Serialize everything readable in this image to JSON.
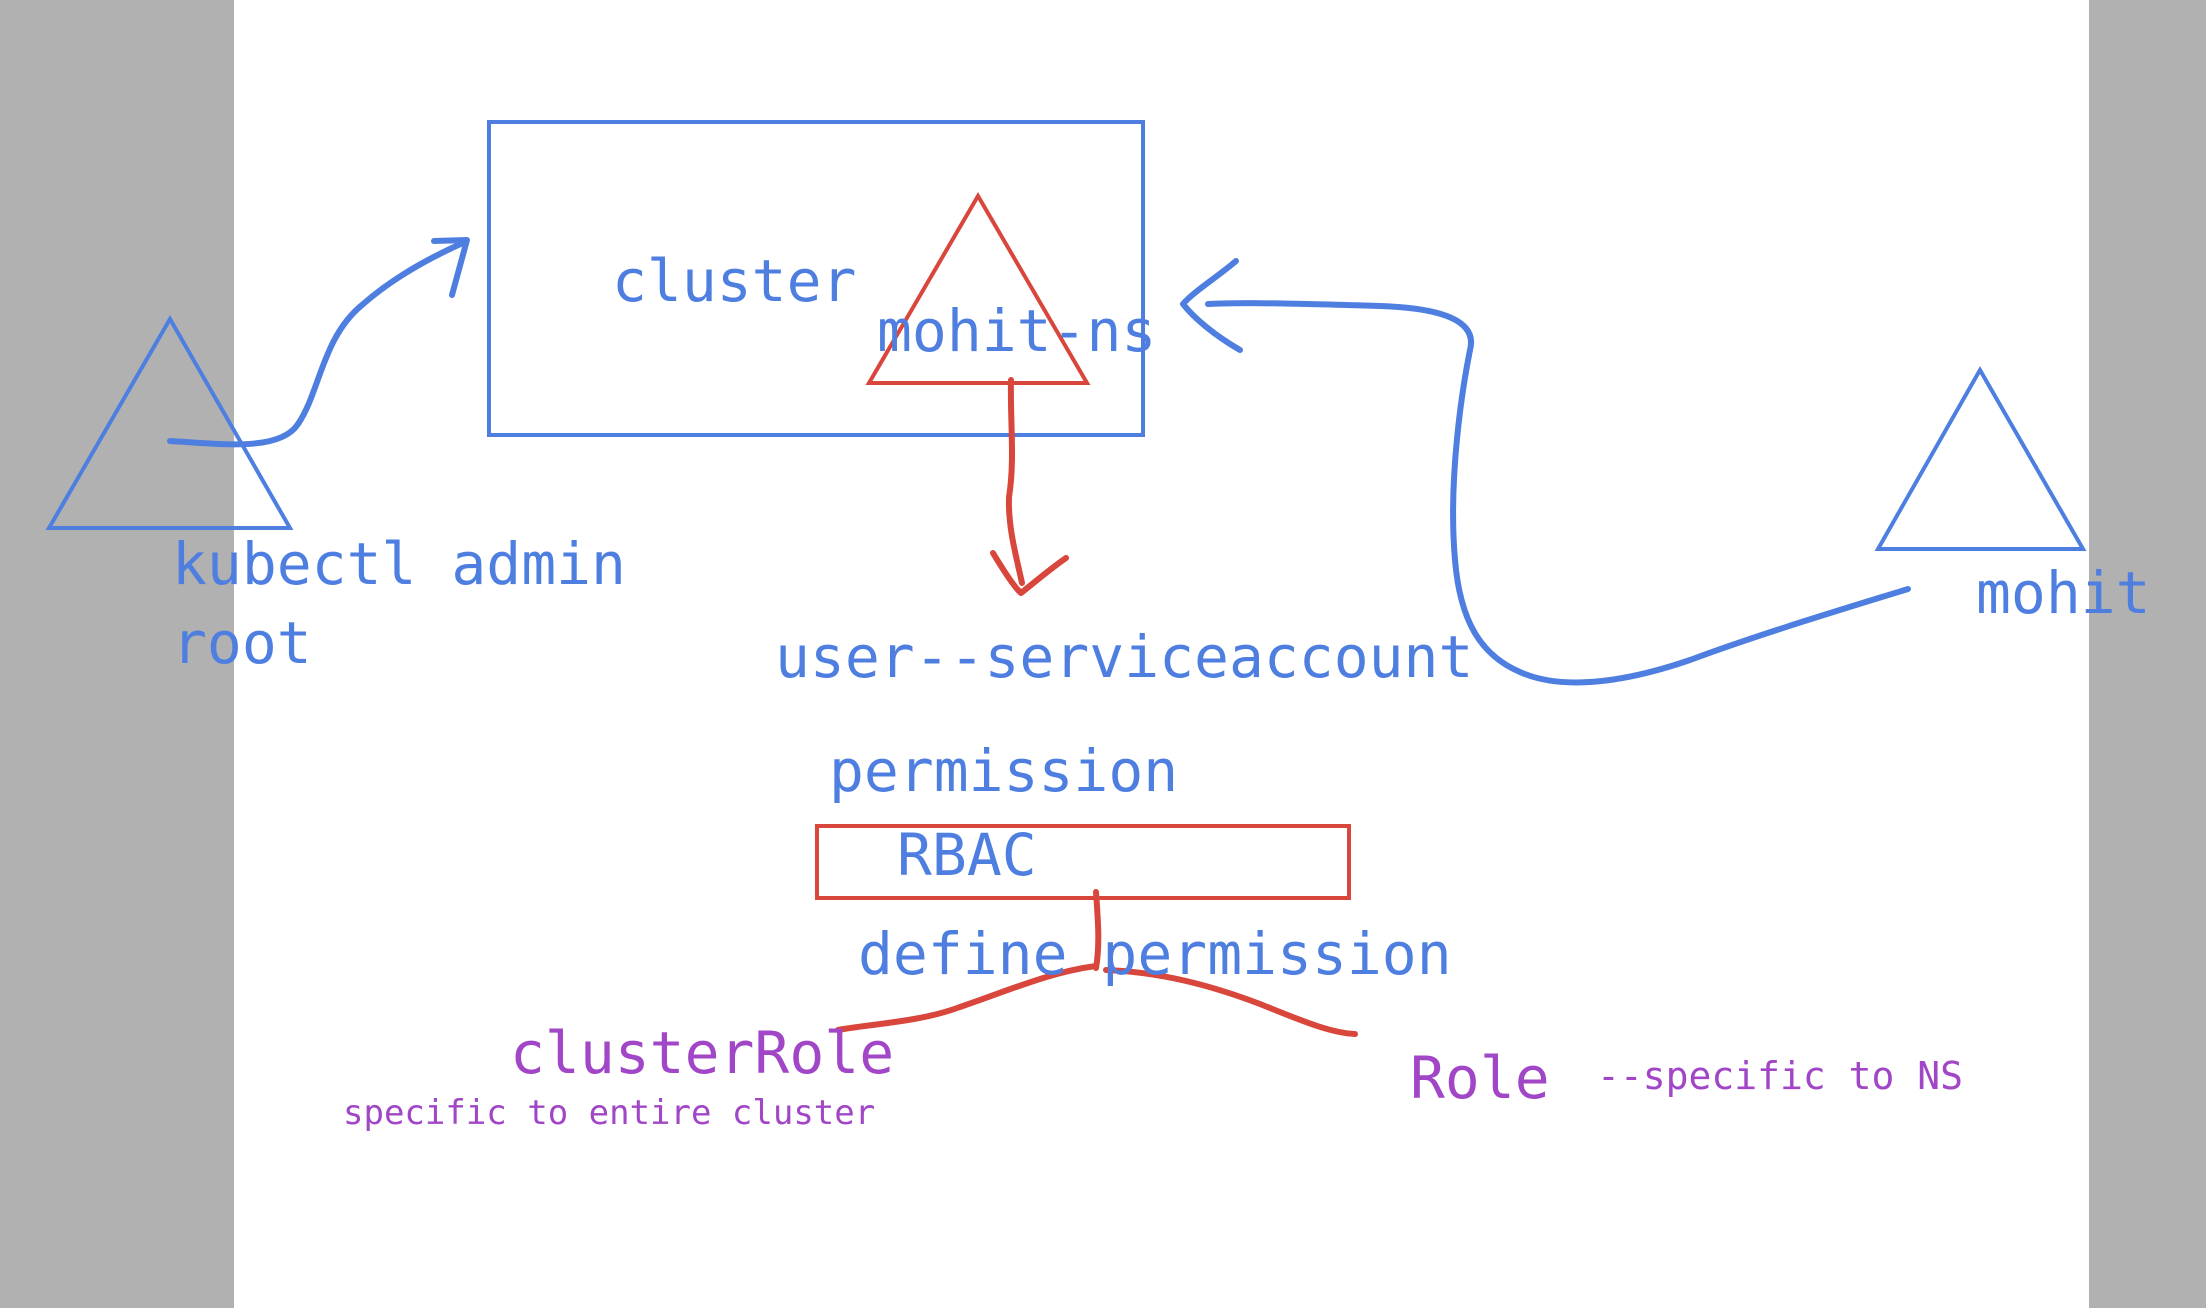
{
  "colors": {
    "blue": "#4e7fe0",
    "red": "#d9463b",
    "purple": "#a046c6",
    "side_panel": "#b1b1b1",
    "canvas": "#ffffff"
  },
  "labels": {
    "cluster": "cluster",
    "namespace": "mohit-ns",
    "admin_line1": "kubectl admin",
    "admin_line2": "root",
    "user": "mohit",
    "serviceaccount": "user--serviceaccount",
    "permission": "permission",
    "rbac": "RBAC",
    "define_permission": "define permission",
    "cluster_role": "clusterRole",
    "cluster_role_note": "specific to entire cluster",
    "role": "Role",
    "role_note": "--specific to NS"
  }
}
